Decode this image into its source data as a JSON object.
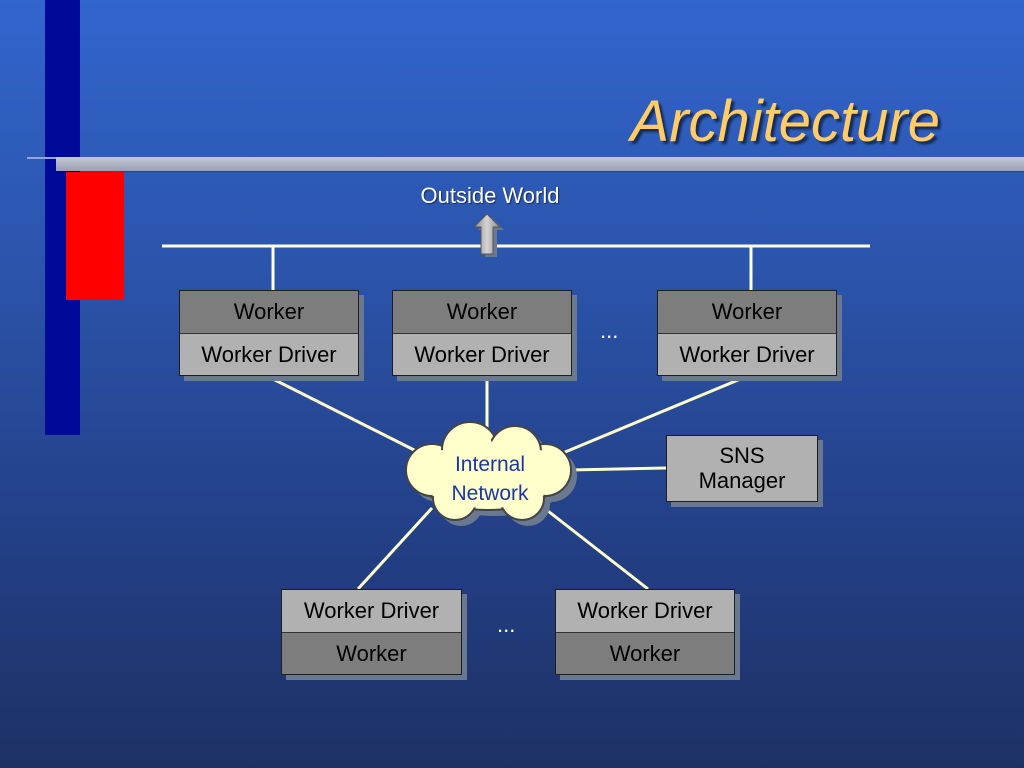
{
  "slide": {
    "title": "Architecture",
    "colors": {
      "background_top": "#3265cd",
      "background_bottom": "#1d3164",
      "title_color": "#ffcc66",
      "accent_blue_bar": "#000a99",
      "accent_red_block": "#ff0000",
      "box_dark": "#7d7d7d",
      "box_light": "#b1b1b1",
      "cloud_fill": "#ffffcc",
      "connector_line": "#ffffcc"
    }
  },
  "diagram": {
    "outside_world_label": "Outside World",
    "internal_network_label": [
      "Internal",
      "Network"
    ],
    "sns_manager_label": [
      "SNS",
      "Manager"
    ],
    "ellipsis": "...",
    "top_nodes": [
      {
        "worker": "Worker",
        "driver": "Worker Driver"
      },
      {
        "worker": "Worker",
        "driver": "Worker Driver"
      },
      {
        "worker": "Worker",
        "driver": "Worker Driver"
      }
    ],
    "bottom_nodes": [
      {
        "driver": "Worker Driver",
        "worker": "Worker"
      },
      {
        "driver": "Worker Driver",
        "worker": "Worker"
      }
    ],
    "icons": {
      "arrow": "up-arrow-icon",
      "cloud": "cloud-icon"
    }
  }
}
